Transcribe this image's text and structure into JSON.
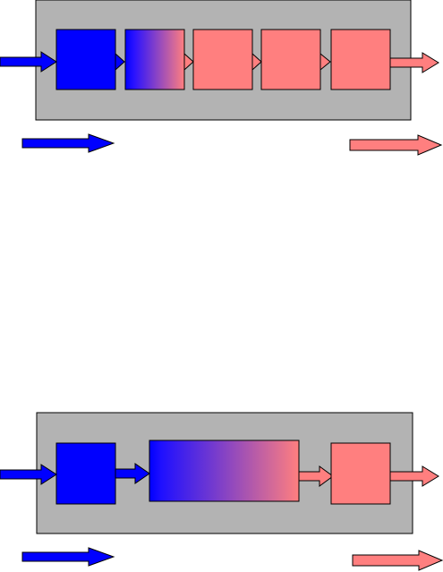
{
  "colors": {
    "container_fill": "#b3b3b3",
    "input_blue": "#0000ff",
    "output_pink": "#ff7f7f",
    "stroke": "#000000"
  },
  "diagrams": [
    {
      "id": "top",
      "stages": [
        "blue",
        "gradient",
        "pink",
        "pink",
        "pink"
      ]
    },
    {
      "id": "bottom",
      "stages": [
        "blue",
        "gradient-wide",
        "pink"
      ]
    }
  ],
  "legend": {
    "left_arrow_color": "blue",
    "right_arrow_color": "pink"
  }
}
